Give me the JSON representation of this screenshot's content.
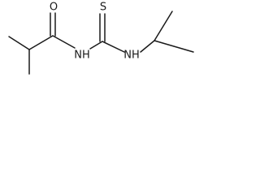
{
  "molecule": {
    "atoms": {
      "carbonyl_oxygen": "O",
      "thione_sulfur": "S",
      "amide_nh": "NH",
      "amine_nh": "NH"
    }
  }
}
